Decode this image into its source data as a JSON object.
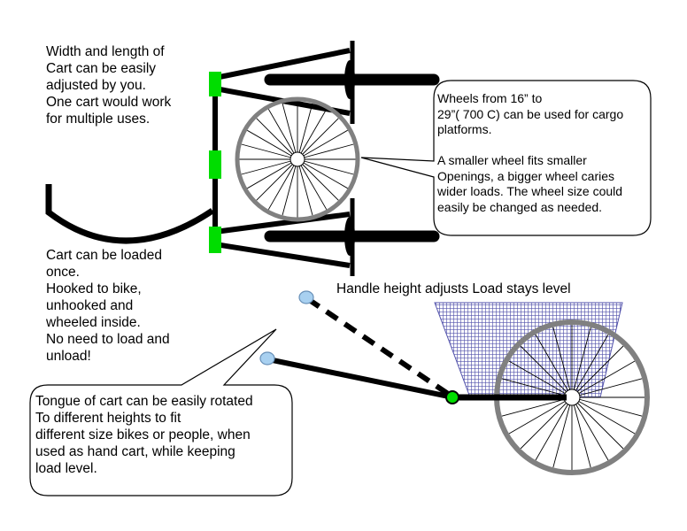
{
  "notes": {
    "adjust": [
      "Width and length of",
      "Cart can be easily",
      "adjusted by you.",
      "One cart would work",
      "for multiple uses."
    ],
    "loaded": [
      "Cart can be loaded",
      "once.",
      "Hooked to bike,",
      "unhooked and",
      "wheeled inside.",
      "No need to load and",
      "unload!"
    ],
    "handle": "Handle height adjusts Load stays level"
  },
  "callouts": {
    "wheels": [
      "Wheels from 16” to",
      "29”( 700 C) can be used for cargo",
      "platforms.",
      "",
      "A smaller wheel fits smaller",
      "Openings, a bigger wheel caries",
      "wider loads. The wheel size could",
      "easily be changed as needed."
    ],
    "tongue": [
      "Tongue of cart can be easily rotated",
      "To different heights to fit",
      "different size bikes or people, when",
      "used as hand cart, while keeping",
      "load level."
    ]
  },
  "colors": {
    "frame": "#000000",
    "clamp": "#00dd00",
    "wheel_rim": "#808080",
    "spoke": "#000000",
    "cargo_fill": "#5858b0",
    "handle_ball": "#a8d0f0",
    "bubble_border": "#000000"
  }
}
